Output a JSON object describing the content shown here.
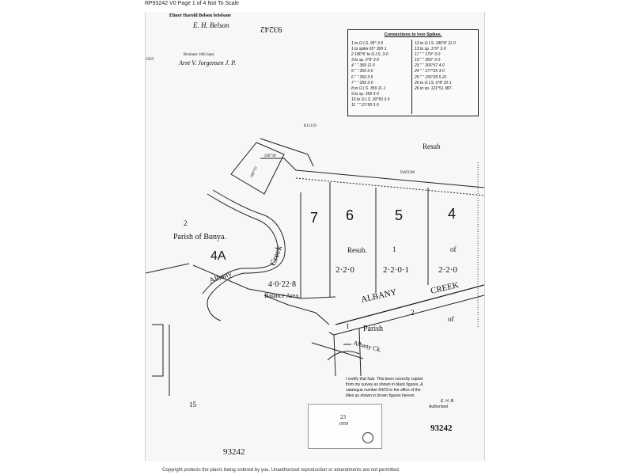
{
  "header": {
    "doc_line": "RP93242 V0   Page 1 of 4  Not To Scale"
  },
  "footer": {
    "copyright": "Copyright protects the plan/s being ordered by you.  Unauthorised reproduction or amendments are not permitted."
  },
  "plan": {
    "top_left": {
      "surveyor_heading": "Elmer Harold Belson   brisbane",
      "signature_name": "E. H. Belson",
      "date_line": "Brisbane   10th   Sept.",
      "year": "1959",
      "witness": "Arnt V. Jorgensen J. P.",
      "plan_number_top": "93242"
    },
    "connections": {
      "title": "Connections to Iron Spikes.",
      "left_rows": [
        "1 to O.I.S.  95°   3·0",
        "1 to spike 65°  300·1",
        "2 180°6' to O.I.S. 3·0",
        "3 to sp.  0°8'  3·0",
        "4 \"  \"  359  11·0",
        "5 \"  \"  359  3·0",
        "6 \"  \"  359  3·5",
        "7 \"  \"  359  3·0",
        "8 to O.I.S. 359  11·1",
        "9 to sp.  359  3·0",
        "10 to O.I.S. 30°50  3·0",
        "11 \"  \" 21°50  3·0"
      ],
      "right_rows": [
        "12 to O.I.S.  180°8' 11·0",
        "13 to sp.  179°   3·0",
        "17 \"  \"  179°   3·0",
        "19 \"  \"  359°  3·0",
        "23 \"  \"  265°57 4·0",
        "24 \"  \"  177°25  3·0",
        "25 \"  \"  155°25 5·21",
        "26 to O.I.S.  0°8'  10·1",
        "26 to sp.  121°51 387·"
      ]
    },
    "lots": {
      "lot7": "7",
      "lot6": "6",
      "lot5": "5",
      "lot4": "4",
      "lot4a": "4A",
      "lot2": "2",
      "lot2b": "2",
      "lot1": "1",
      "resub": "Resub.",
      "resub_1": "1",
      "resub_of": "of",
      "area6": "2·2·0",
      "area5": "2·2·0·1",
      "area4": "2·2·0",
      "balance_area": "4·0·22·8",
      "balance_label": "Balance Area.",
      "parish_bunya": "Parish of Bunya.",
      "parish": "Parish",
      "of": "of",
      "albany_creek": "ALBANY",
      "creek": "CREEK",
      "albany_left": "Albany",
      "creek_left": "Creek",
      "albany_ck": "Albany Ck.",
      "resub_top": "Resub",
      "datum": "DATUM",
      "bisid": "B15159",
      "bearing1": "290°30'",
      "bearing2": "286°35'"
    },
    "bottom": {
      "cert_line1": "I certify that Sub. This been correctly copied",
      "cert_line2": "from my survey as shown in black figures, &",
      "cert_line3": "catalogue number 84/19 in the office of the",
      "cert_line4": "titles as shown in brown figures hereon.",
      "cert_initial": "E. H. B.",
      "authorised": "Authorised",
      "plan_number_bottom": "93242",
      "plan_number_left": "93242",
      "margin_number": "15",
      "stamp_date": "23",
      "stamp_month": "1959"
    }
  }
}
